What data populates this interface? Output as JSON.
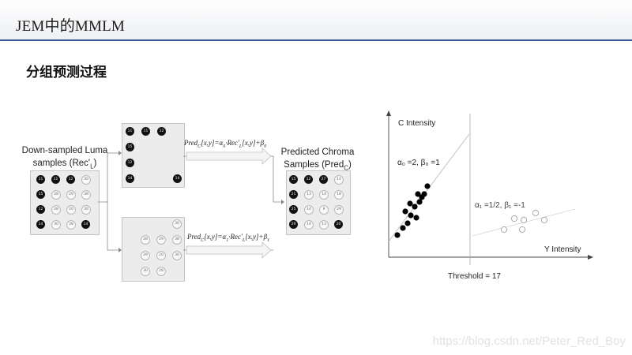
{
  "header": {
    "title": "JEM中的MMLM"
  },
  "subtitle": "分组预测过程",
  "luma": {
    "line1": "Down-sampled Luma",
    "line2": "samples (Rec'",
    "sub": "L",
    "close": ")"
  },
  "chroma": {
    "line1": "Predicted Chroma",
    "line2": "Samples (Pred",
    "sub": "C",
    "close": ")"
  },
  "formula1": {
    "text": "Pred",
    "sub": "C",
    "rest": "[x,y]=α",
    "sub_a": "0",
    "rest2": "·Rec'",
    "sub_r": "L",
    "rest3": "[x,y]+β",
    "sub_b": "0"
  },
  "formula2": {
    "text": "Pred",
    "sub": "C",
    "rest": "[x,y]=α",
    "sub_a": "1",
    "rest2": "·Rec'",
    "sub_r": "L",
    "rest3": "[x,y]+β",
    "sub_b": "1"
  },
  "luma_grid": [
    "11",
    "11",
    "12",
    "30",
    "15",
    "28",
    "29",
    "38",
    "12",
    "28",
    "20",
    "30",
    "14",
    "30",
    "28",
    "14"
  ],
  "luma_dark": [
    true,
    true,
    true,
    false,
    true,
    false,
    false,
    false,
    true,
    false,
    false,
    false,
    true,
    false,
    false,
    true
  ],
  "group1": [
    {
      "v": "11",
      "c": 0,
      "r": 0
    },
    {
      "v": "11",
      "c": 1,
      "r": 0
    },
    {
      "v": "12",
      "c": 2,
      "r": 0
    },
    {
      "v": "15",
      "c": 0,
      "r": 1
    },
    {
      "v": "12",
      "c": 0,
      "r": 2
    },
    {
      "v": "14",
      "c": 0,
      "r": 3
    },
    {
      "v": "14",
      "c": 3,
      "r": 3
    }
  ],
  "group2": [
    {
      "v": "30",
      "c": 3,
      "r": 0
    },
    {
      "v": "28",
      "c": 1,
      "r": 1
    },
    {
      "v": "29",
      "c": 2,
      "r": 1
    },
    {
      "v": "38",
      "c": 3,
      "r": 1
    },
    {
      "v": "29",
      "c": 1,
      "r": 2
    },
    {
      "v": "20",
      "c": 2,
      "r": 2
    },
    {
      "v": "30",
      "c": 3,
      "r": 2
    },
    {
      "v": "30",
      "c": 1,
      "r": 3
    },
    {
      "v": "28",
      "c": 2,
      "r": 3
    }
  ],
  "chroma_grid": [
    "15",
    "12",
    "27",
    "14",
    "21",
    "13",
    "14",
    "18",
    "25",
    "14",
    "9",
    "29",
    "29",
    "14",
    "13",
    "20"
  ],
  "chroma_dark": [
    true,
    true,
    true,
    false,
    true,
    false,
    false,
    false,
    true,
    false,
    false,
    false,
    true,
    false,
    false,
    true
  ],
  "plot": {
    "ylabel": "C Intensity",
    "xlabel": "Y Intensity",
    "threshold_label": "Threshold = 17",
    "model1_label": "α₀ =2, β₀ =1",
    "model2_label": "α₁ =1/2, β₁ =-1",
    "colors": {
      "dark": "#000000",
      "light_fill": "#ffffff",
      "light_stroke": "#aaaaaa"
    }
  },
  "chart_data": {
    "type": "scatter",
    "xlabel": "Y Intensity",
    "ylabel": "C Intensity",
    "annotations": [
      "Threshold = 17",
      "α₀ =2, β₀ =1",
      "α₁ =1/2, β₁ =-1"
    ],
    "series": [
      {
        "values": [
          [
            11,
            23
          ],
          [
            11,
            23
          ],
          [
            12,
            25
          ],
          [
            12,
            25
          ],
          [
            14,
            29
          ],
          [
            14,
            29
          ],
          [
            15,
            31
          ]
        ],
        "fit": "y = 2x + 1"
      },
      {
        "values": [
          [
            20,
            9
          ],
          [
            28,
            13
          ],
          [
            28,
            13
          ],
          [
            29,
            13.5
          ],
          [
            29,
            13.5
          ],
          [
            30,
            14
          ],
          [
            30,
            14
          ],
          [
            30,
            14
          ],
          [
            38,
            18
          ]
        ],
        "fit": "y = x/2 - 1"
      }
    ]
  },
  "watermark": "https://blog.csdn.net/Peter_Red_Boy"
}
